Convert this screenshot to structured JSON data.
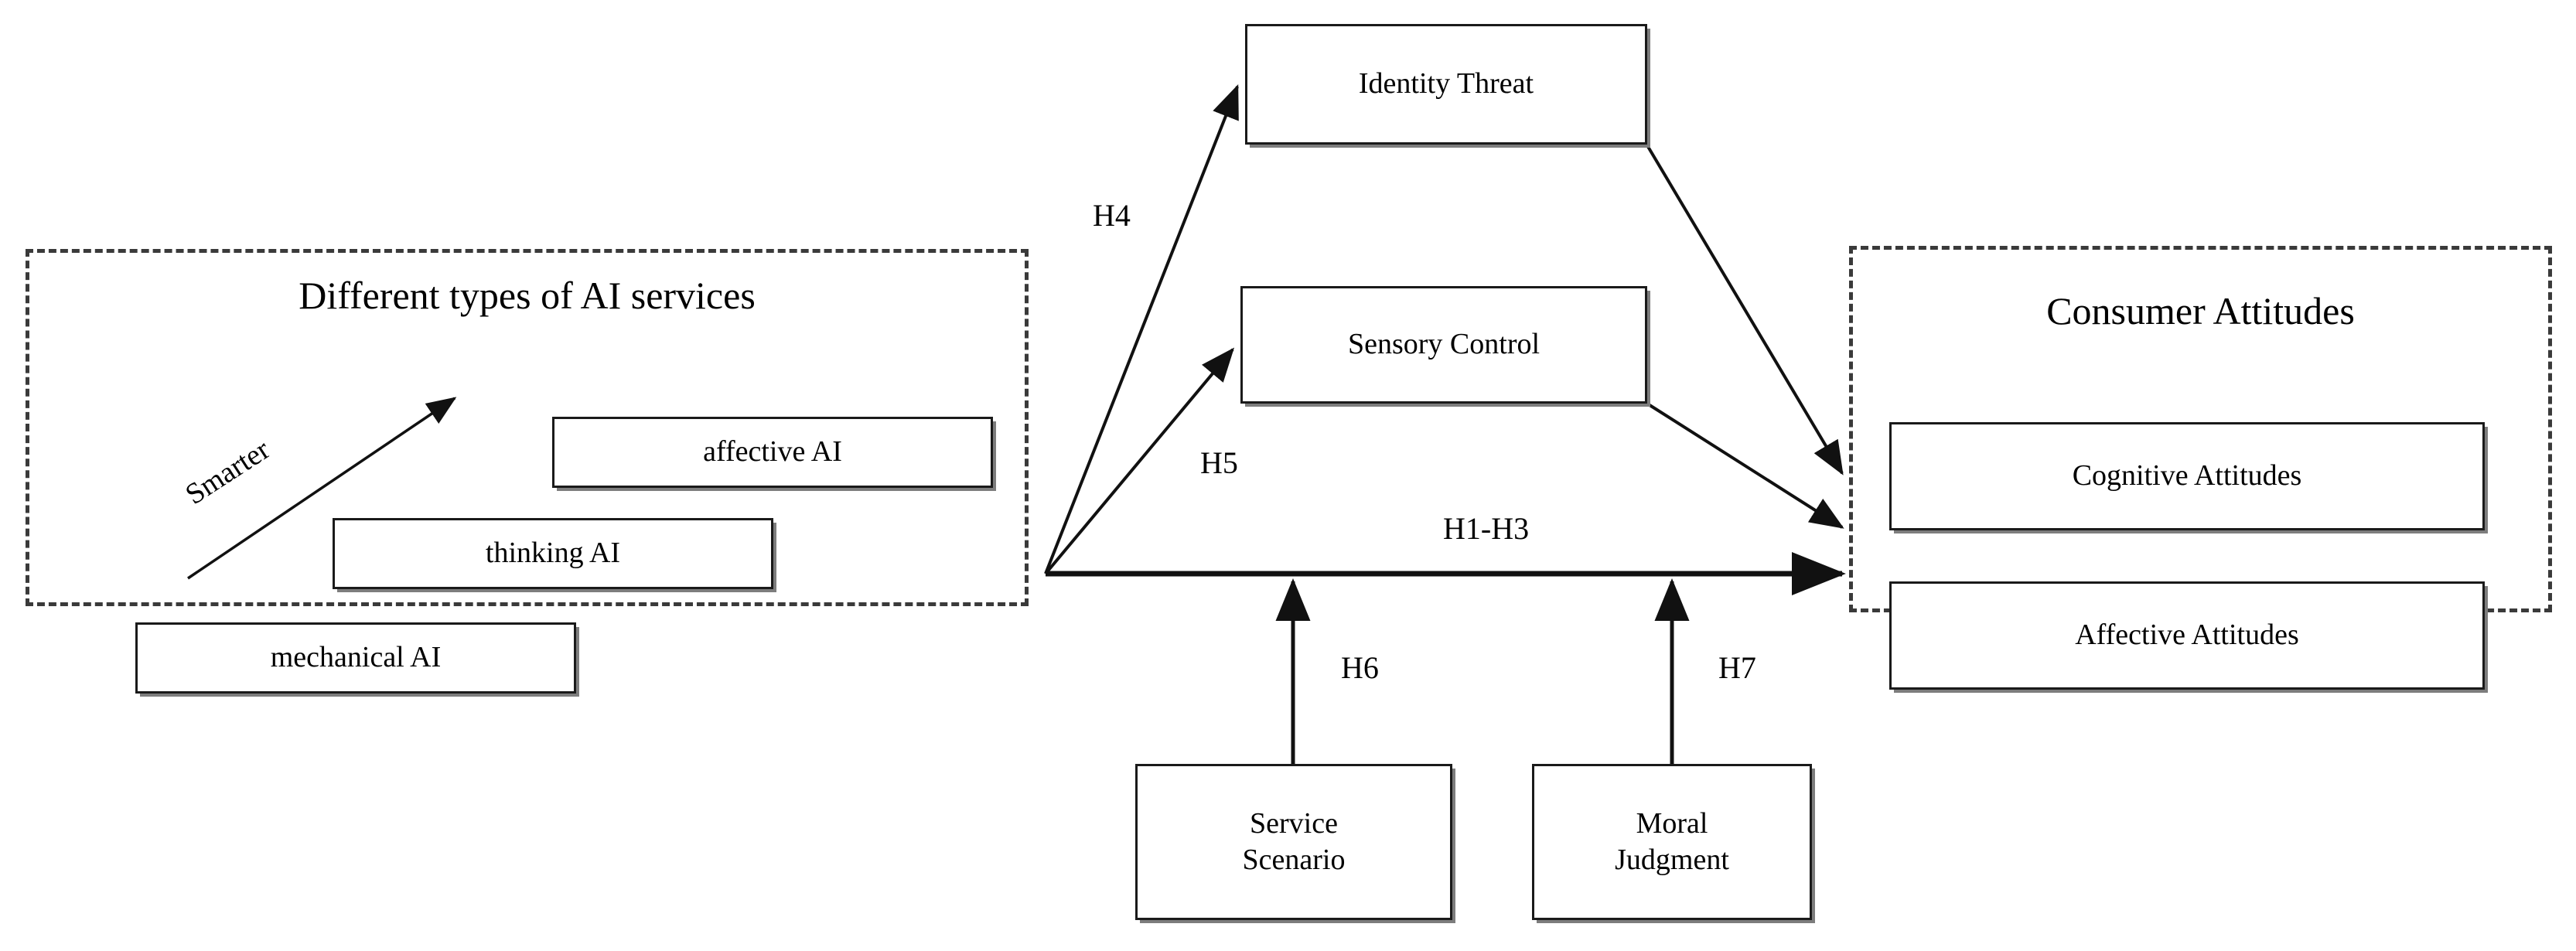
{
  "diagram": {
    "title_left": "Different types of AI services",
    "title_right": "Consumer Attitudes",
    "ai_types": [
      {
        "id": "affective-ai",
        "label": "affective AI"
      },
      {
        "id": "thinking-ai",
        "label": "thinking AI"
      },
      {
        "id": "mechanical-ai",
        "label": "mechanical AI"
      }
    ],
    "gradient_label": "Smarter",
    "mediators": [
      {
        "id": "identity-threat",
        "label": "Identity Threat"
      },
      {
        "id": "sensory-control",
        "label": "Sensory Control"
      }
    ],
    "moderators": [
      {
        "id": "service-scenario",
        "line1": "Service",
        "line2": "Scenario"
      },
      {
        "id": "moral-judgment",
        "line1": "Moral",
        "line2": "Judgment"
      }
    ],
    "outcomes": [
      {
        "id": "cognitive-attitudes",
        "label": "Cognitive Attitudes"
      },
      {
        "id": "affective-attitudes",
        "label": "Affective Attitudes"
      }
    ],
    "hypotheses": [
      {
        "id": "h4",
        "label": "H4"
      },
      {
        "id": "h5",
        "label": "H5"
      },
      {
        "id": "h1-h3",
        "label": "H1-H3"
      },
      {
        "id": "h6",
        "label": "H6"
      },
      {
        "id": "h7",
        "label": "H7"
      }
    ],
    "colors": {
      "line": "#1a1a1a",
      "shadow": "#7d7d7d",
      "dashed_border": "#3a3a3a",
      "background": "#ffffff"
    }
  }
}
